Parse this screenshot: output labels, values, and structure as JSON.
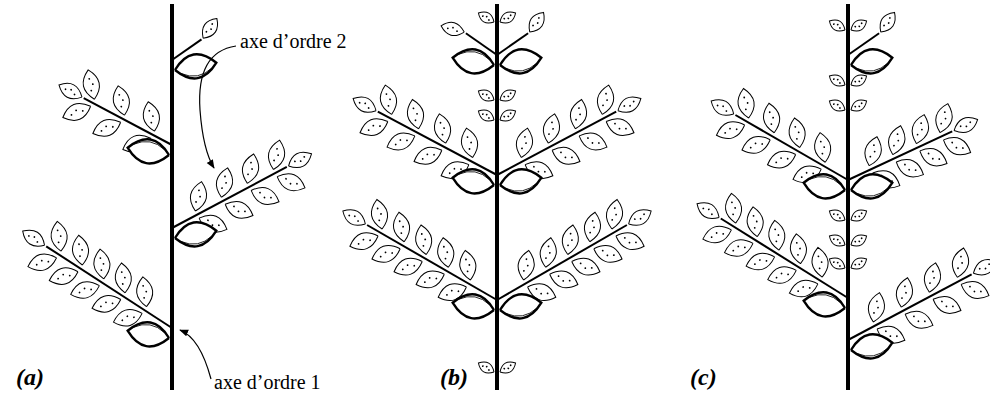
{
  "diagram": {
    "labels": [
      "axe d’ordre 2",
      "(a)",
      "axe d’ordre 1",
      "(b)",
      "(c)"
    ]
  }
}
